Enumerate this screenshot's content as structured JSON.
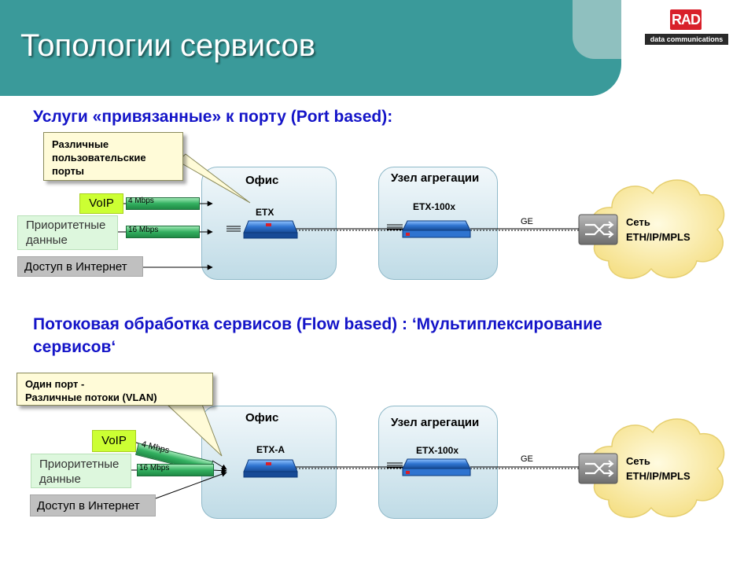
{
  "header": {
    "title": "Топологии сервисов",
    "logo_mark": "RAD",
    "logo_sub": "data communications"
  },
  "top": {
    "section_title": "Услуги «привязанные» к порту (Port based):",
    "callout": [
      "Различные",
      "пользовательские",
      "порты"
    ],
    "office_label": "Офис",
    "office_device": "ETX",
    "agg_label": "Узел агрегации",
    "agg_device": "ETX-100x",
    "link_label": "GE",
    "cloud_label": [
      "Сеть",
      "ETH/IP/MPLS"
    ],
    "services": {
      "voip": "VoIP",
      "voip_bw": "4 Mbps",
      "prio": [
        "Приоритетные",
        "данные"
      ],
      "prio_bw": "16 Mbps",
      "internet": "Доступ в Интернет"
    }
  },
  "bottom": {
    "section_title": [
      "Потоковая обработка сервисов (Flow based) : ‘Мультиплексирование",
      "сервисов‘"
    ],
    "callout": [
      "Один порт -",
      "Различные потоки (VLAN)"
    ],
    "office_label": "Офис",
    "office_device": "ETX-A",
    "agg_label": "Узел агрегации",
    "agg_device": "ETX-100x",
    "link_label": "GE",
    "cloud_label": [
      "Сеть",
      "ETH/IP/MPLS"
    ],
    "services": {
      "voip": "VoIP",
      "voip_bw": "4 Mbps",
      "prio": [
        "Приоритетные",
        "данные"
      ],
      "prio_bw": "16 Mbps",
      "internet": "Доступ в Интернет"
    }
  },
  "colors": {
    "header": "#3a9a9a",
    "section_title": "#1414c8",
    "voip_box": "#ccff33",
    "prio_box": "#ddf7dd",
    "internet_box": "#c0c0c0",
    "pipe": "#33b060",
    "device": "#2f74d0",
    "cloud": "#fff0a8",
    "switch_icon": "#8a8a8a"
  }
}
